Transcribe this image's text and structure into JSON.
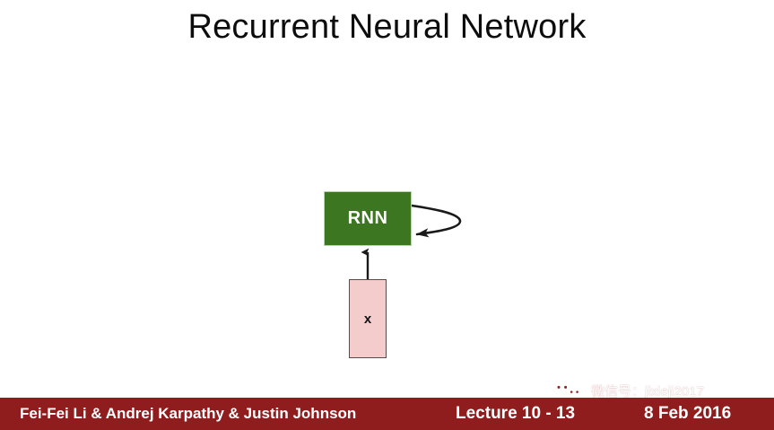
{
  "slide": {
    "title": "Recurrent Neural Network",
    "background_color": "#ffffff"
  },
  "diagram": {
    "nodes": [
      {
        "id": "rnn",
        "label": "RNN",
        "shape": "rectangle",
        "fill_color": "#3c7620",
        "border_color": "#b6d7a8",
        "text_color": "#ffffff"
      },
      {
        "id": "x",
        "label": "x",
        "shape": "rectangle",
        "fill_color": "#f4cccc",
        "border_color": "#5b4a4a",
        "text_color": "#111111"
      }
    ],
    "edges": [
      {
        "id": "x-to-rnn",
        "from": "x",
        "to": "rnn",
        "type": "straight-arrow",
        "color": "#1a1a1a"
      },
      {
        "id": "rnn-self-loop",
        "from": "rnn",
        "to": "rnn",
        "type": "self-loop-arrow",
        "color": "#1a1a1a"
      }
    ]
  },
  "footer": {
    "authors": "Fei-Fei Li & Andrej Karpathy & Justin Johnson",
    "lecture": "Lecture 10 - 13",
    "date": "8 Feb 2016",
    "background_color": "#8f1d1d",
    "text_color": "#ffffff"
  },
  "watermark": {
    "logo_name": "wechat-logo",
    "text": "微信号：jixieji2017",
    "text_color": "#ffffff"
  }
}
